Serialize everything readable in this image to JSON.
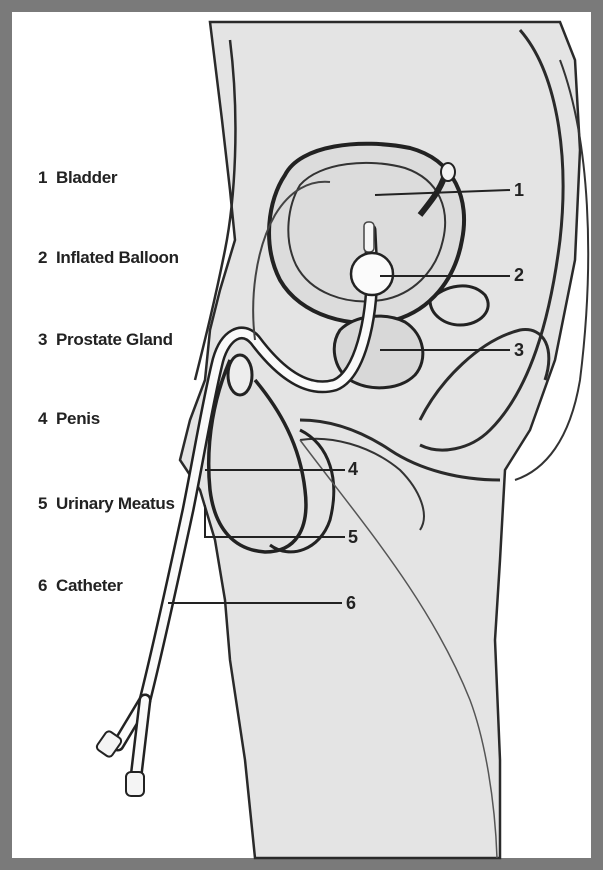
{
  "legend": [
    {
      "num": "1",
      "label": "Bladder"
    },
    {
      "num": "2",
      "label": "Inflated Balloon"
    },
    {
      "num": "3",
      "label": "Prostate Gland"
    },
    {
      "num": "4",
      "label": "Penis"
    },
    {
      "num": "5",
      "label": "Urinary Meatus"
    },
    {
      "num": "6",
      "label": "Catheter"
    }
  ],
  "callouts": [
    "1",
    "2",
    "3",
    "4",
    "5",
    "6"
  ],
  "colors": {
    "frame": "#7a7a7a",
    "skin": "#e6e6e6",
    "line": "#2a2a2a",
    "text": "#222222",
    "catheter": "#fafafa"
  }
}
